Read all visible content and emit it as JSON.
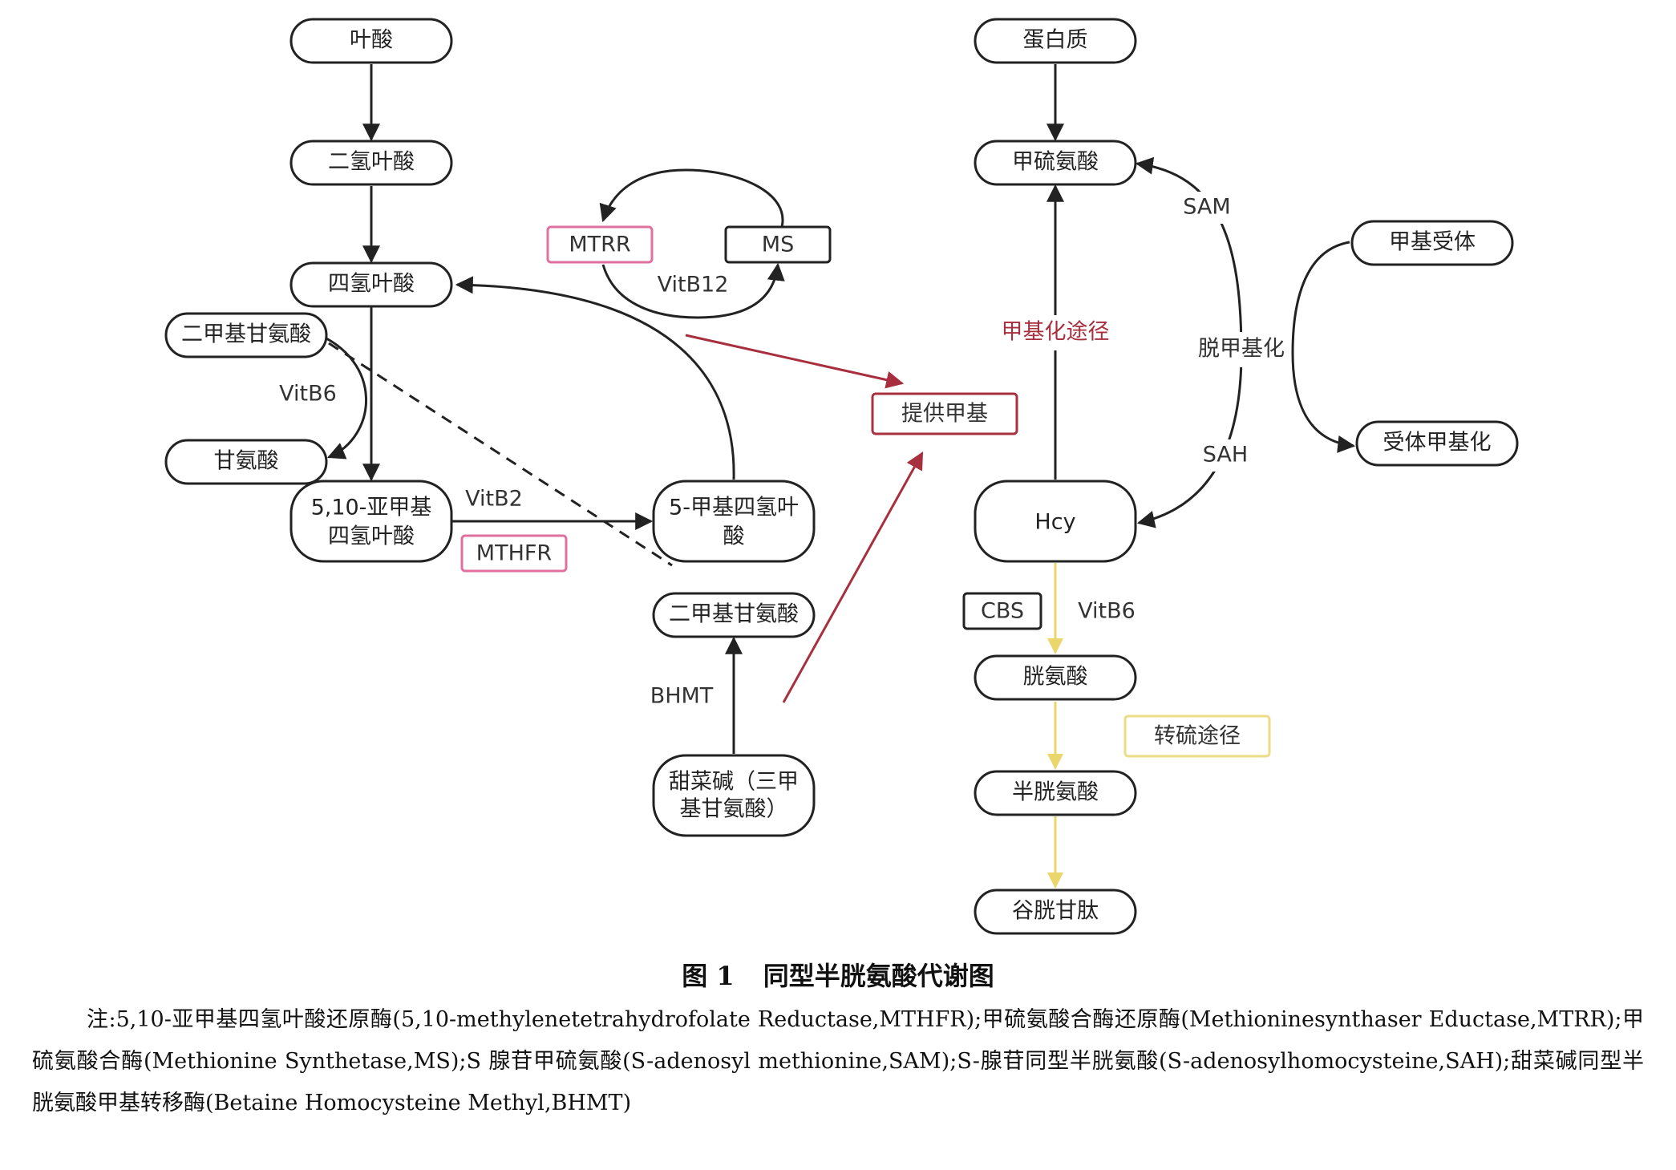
{
  "nodes": {
    "folic_acid": "叶酸",
    "dhf": "二氢叶酸",
    "thf": "四氢叶酸",
    "dmg_left": "二甲基甘氨酸",
    "glycine": "甘氨酸",
    "methylene_thf_line1": "5,10-亚甲基",
    "methylene_thf_line2": "四氢叶酸",
    "methyl_thf_line1": "5-甲基四氢叶",
    "methyl_thf_line2": "酸",
    "dmg_right": "二甲基甘氨酸",
    "betaine_line1": "甜菜碱（三甲",
    "betaine_line2": "基甘氨酸）",
    "protein": "蛋白质",
    "methionine": "甲硫氨酸",
    "methyl_acceptor": "甲基受体",
    "acceptor_methylated": "受体甲基化",
    "hcy": "Hcy",
    "cystathionine": "胱氨酸",
    "cysteine": "半胱氨酸",
    "glutathione": "谷胱甘肽"
  },
  "labels": {
    "mtrr": "MTRR",
    "ms": "MS",
    "vitb12": "VitB12",
    "vitb6_left": "VitB6",
    "vitb2": "VitB2",
    "mthfr": "MTHFR",
    "bhmt": "BHMT",
    "provide_methyl": "提供甲基",
    "methylation_pathway": "甲基化途径",
    "sam": "SAM",
    "demethylation": "脱甲基化",
    "sah": "SAH",
    "cbs": "CBS",
    "vitb6_right": "VitB6",
    "transsulfuration": "转硫途径"
  },
  "caption": {
    "figure_no": "图 1",
    "title": "同型半胱氨酸代谢图"
  },
  "note": "注:5,10-亚甲基四氢叶酸还原酶(5,10-methylenetetrahydrofolate Reductase,MTHFR);甲硫氨酸合酶还原酶(Methioninesynthaser Eductase,MTRR);甲硫氨酸合酶(Methionine Synthetase,MS);S 腺苷甲硫氨酸(S-adenosyl methionine,SAM);S-腺苷同型半胱氨酸(S-adenosylhomocysteine,SAH);甜菜碱同型半胱氨酸甲基转移酶(Betaine Homocysteine Methyl,BHMT)",
  "colors": {
    "pink": "#e070a0",
    "red": "#a8303e",
    "yellow": "#ead66a"
  }
}
